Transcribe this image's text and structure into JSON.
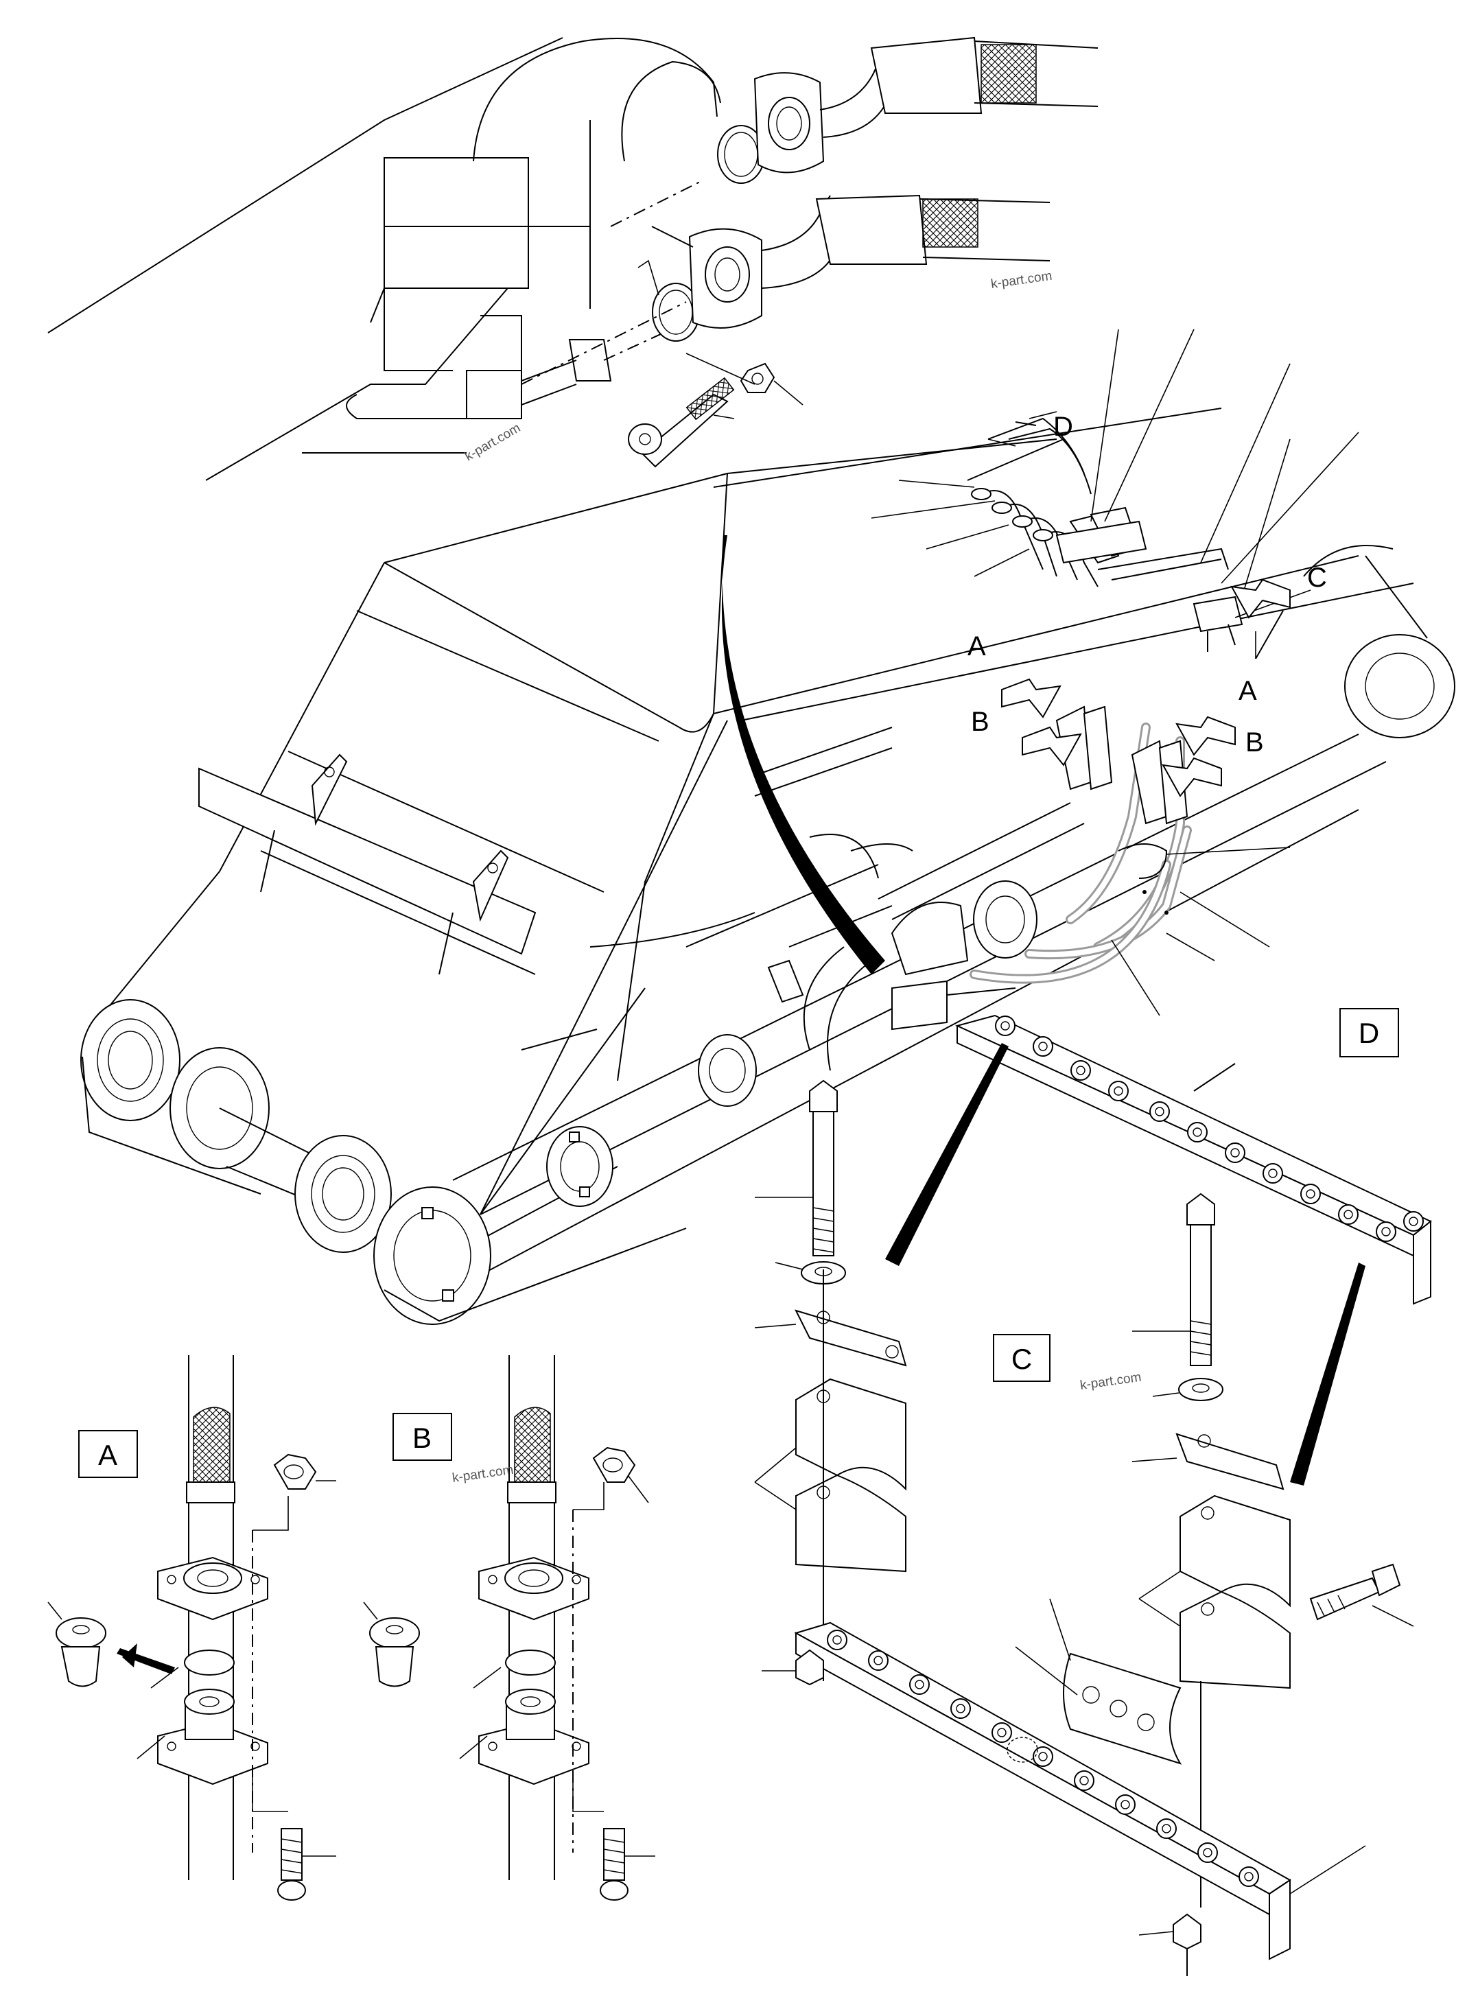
{
  "diagram": {
    "callouts": {
      "a_upper": "A",
      "a_right": "A",
      "b_left": "B",
      "b_right": "B",
      "c_arrow": "C",
      "d_top": "D"
    },
    "detail_boxes": {
      "a": "A",
      "b": "B",
      "c": "C",
      "d": "D"
    },
    "watermarks": [
      "k-part.com",
      "k-part.com",
      "k-part.com",
      "k-part.com"
    ]
  }
}
